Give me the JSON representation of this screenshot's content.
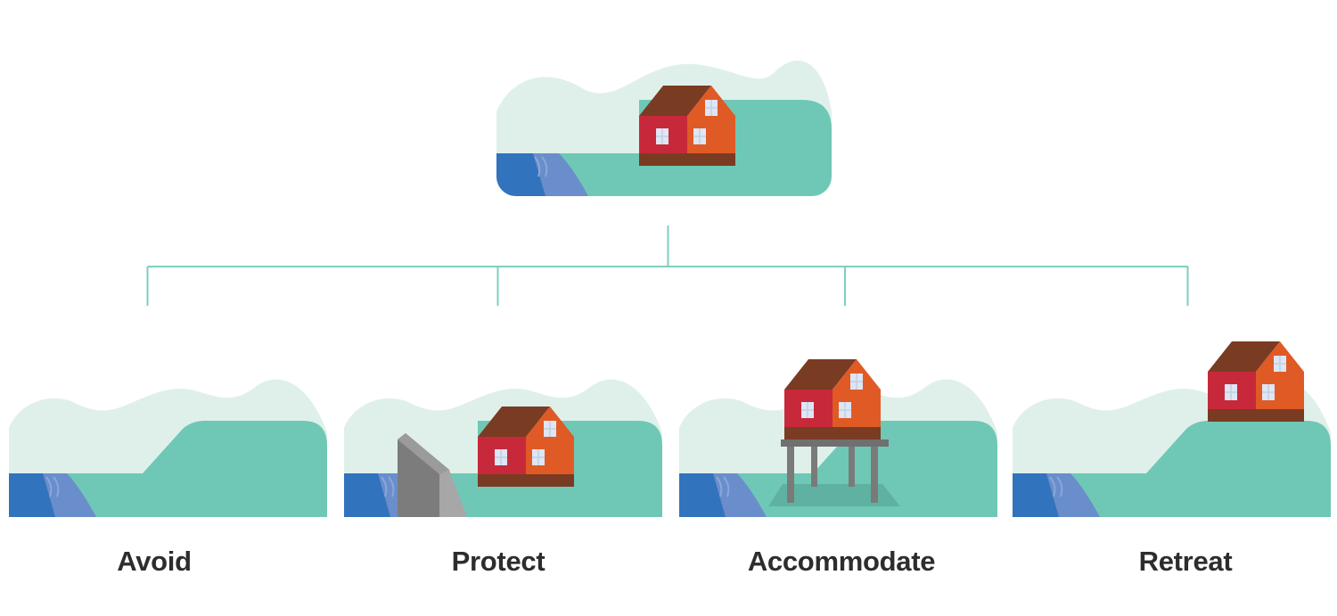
{
  "colors": {
    "mist": "#dff0ea",
    "land": "#6fc8b6",
    "deep_water": "#3273bd",
    "shallow_water": "#6a8ecb",
    "connector": "#7fcfbf",
    "roof": "#7a3b23",
    "wall_front": "#c7293a",
    "wall_side": "#e05a26",
    "window": "#dde6f5",
    "seawall": "#8b8b8b",
    "stilts": "#6f6f6f"
  },
  "strategies": [
    {
      "label": "Avoid"
    },
    {
      "label": "Protect"
    },
    {
      "label": "Accommodate"
    },
    {
      "label": "Retreat"
    }
  ]
}
